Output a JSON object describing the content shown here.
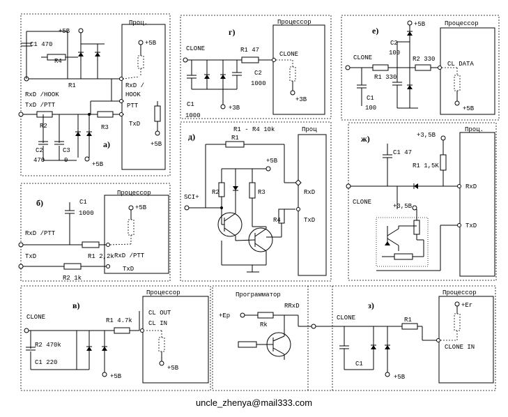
{
  "footer": {
    "email": "uncle_zhenya@mail333.com"
  },
  "common": {
    "plus5v": "+5В",
    "proc_short": "Проц.",
    "proc_long": "Процессор",
    "proc_tiny": "Проц"
  },
  "panel_a": {
    "label": "а)",
    "c1": "C1 470",
    "r4": "R4",
    "r1": "R1",
    "r2": "R2",
    "r3": "R3",
    "c2": "C2",
    "c2v": "470",
    "c3": "C3",
    "c3v": "0",
    "rxd_hook": "RxD /HOOK",
    "txd_ptt": "TxD /PTT",
    "proc_rxd": "RxD /",
    "proc_hook": "HOOK",
    "proc_ptt": "PTT",
    "proc_txd": "TxD"
  },
  "panel_b": {
    "label": "б)",
    "c1": "C1",
    "c1v": "1000",
    "r1": "R1 2,2k",
    "r2": "R2 1k",
    "rxd_ptt": "RxD /PTT",
    "txd": "TxD",
    "proc_rxd_ptt": "RxD /PTT",
    "proc_txd": "TxD"
  },
  "panel_v": {
    "label": "в)",
    "clone": "CLONE",
    "r1": "R1 4.7k",
    "r2": "R2 470k",
    "c1": "C1 220",
    "cl_out": "CL OUT",
    "cl_in": "CL IN"
  },
  "panel_g": {
    "label": "г)",
    "clone": "CLONE",
    "r1": "R1 47",
    "c2": "C2",
    "c2v": "1000",
    "c1": "C1",
    "c1v": "1000",
    "plus3v": "+3В",
    "proc_clone": "CLONE"
  },
  "panel_d": {
    "label": "д)",
    "title": "R1 - R4 10k",
    "r1": "R1",
    "r2": "R2",
    "r3": "R3",
    "r4": "R4",
    "sci": "SCI+",
    "rxd": "RxD",
    "txd": "TxD"
  },
  "panel_e": {
    "label": "е)",
    "clone": "CLONE",
    "r1": "R1 330",
    "r2": "R2 330",
    "c1": "C1",
    "c1v": "100",
    "c2": "C2",
    "c2v": "100",
    "cl_data": "CL DATA"
  },
  "panel_zh": {
    "label": "ж)",
    "v35a": "+3,5В",
    "v35b": "+3,5В",
    "c1": "C1 47",
    "r1": "R1 1,5K",
    "clone": "CLONE",
    "rxd": "RxD",
    "txd": "TxD"
  },
  "panel_z": {
    "label": "з)",
    "programmer": "Программатор",
    "rrxd": "RRxD",
    "ep": "+Ep",
    "rk": "Rk",
    "clone": "CLONE",
    "r1": "R1",
    "c1": "C1",
    "er": "+Er",
    "clone_in": "CLONE IN"
  }
}
